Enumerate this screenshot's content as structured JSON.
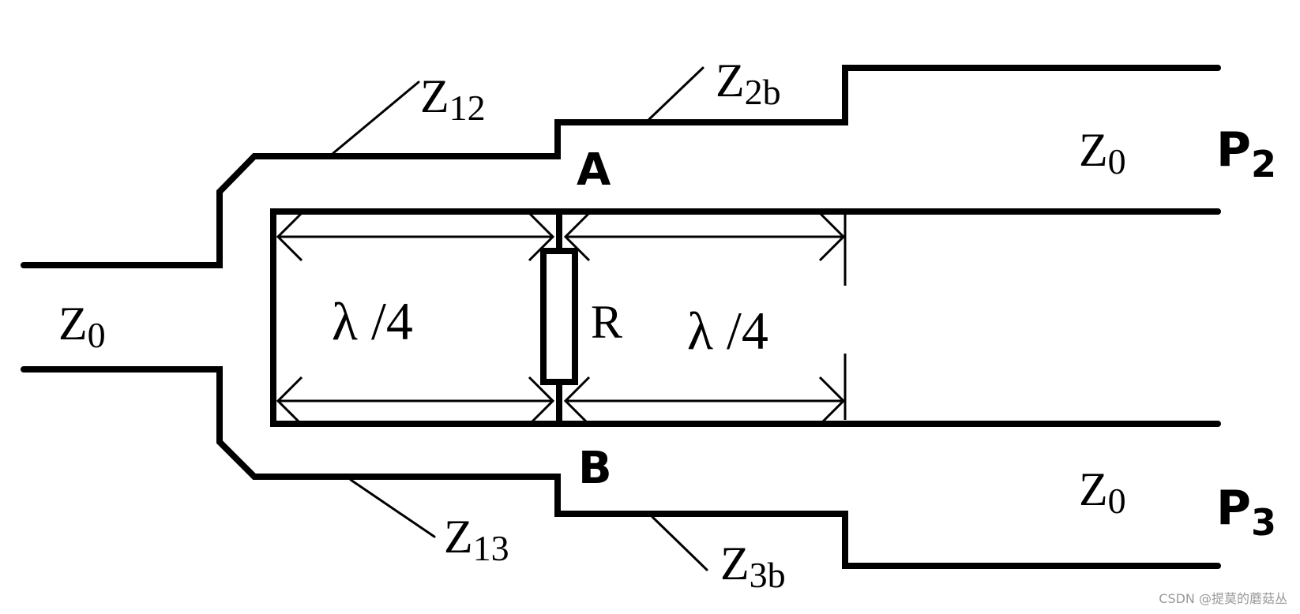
{
  "labels": {
    "z12": {
      "base": "Z",
      "sub": "12"
    },
    "z2b": {
      "base": "Z",
      "sub": "2b"
    },
    "z13": {
      "base": "Z",
      "sub": "13"
    },
    "z3b": {
      "base": "Z",
      "sub": "3b"
    },
    "z0_left": {
      "base": "Z",
      "sub": "0"
    },
    "z0_top": {
      "base": "Z",
      "sub": "0"
    },
    "z0_bottom": {
      "base": "Z",
      "sub": "0"
    },
    "p2": {
      "base": "P",
      "sub": "2"
    },
    "p3": {
      "base": "P",
      "sub": "3"
    },
    "node_a": "A",
    "node_b": "B",
    "resistor": "R",
    "quarter_wave_left": "λ /4",
    "quarter_wave_right": "λ /4"
  },
  "watermark": "CSDN @提莫的蘑菇丛"
}
